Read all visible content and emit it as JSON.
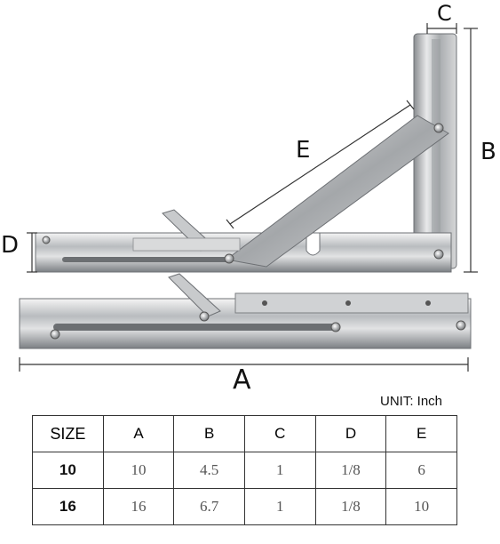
{
  "dimensions": {
    "a": "A",
    "b": "B",
    "c": "C",
    "d": "D",
    "e": "E"
  },
  "unit_label": "UNIT: Inch",
  "table": {
    "headers": [
      "SIZE",
      "A",
      "B",
      "C",
      "D",
      "E"
    ],
    "rows": [
      [
        "10",
        "10",
        "4.5",
        "1",
        "1/8",
        "6"
      ],
      [
        "16",
        "16",
        "6.7",
        "1",
        "1/8",
        "10"
      ]
    ]
  }
}
